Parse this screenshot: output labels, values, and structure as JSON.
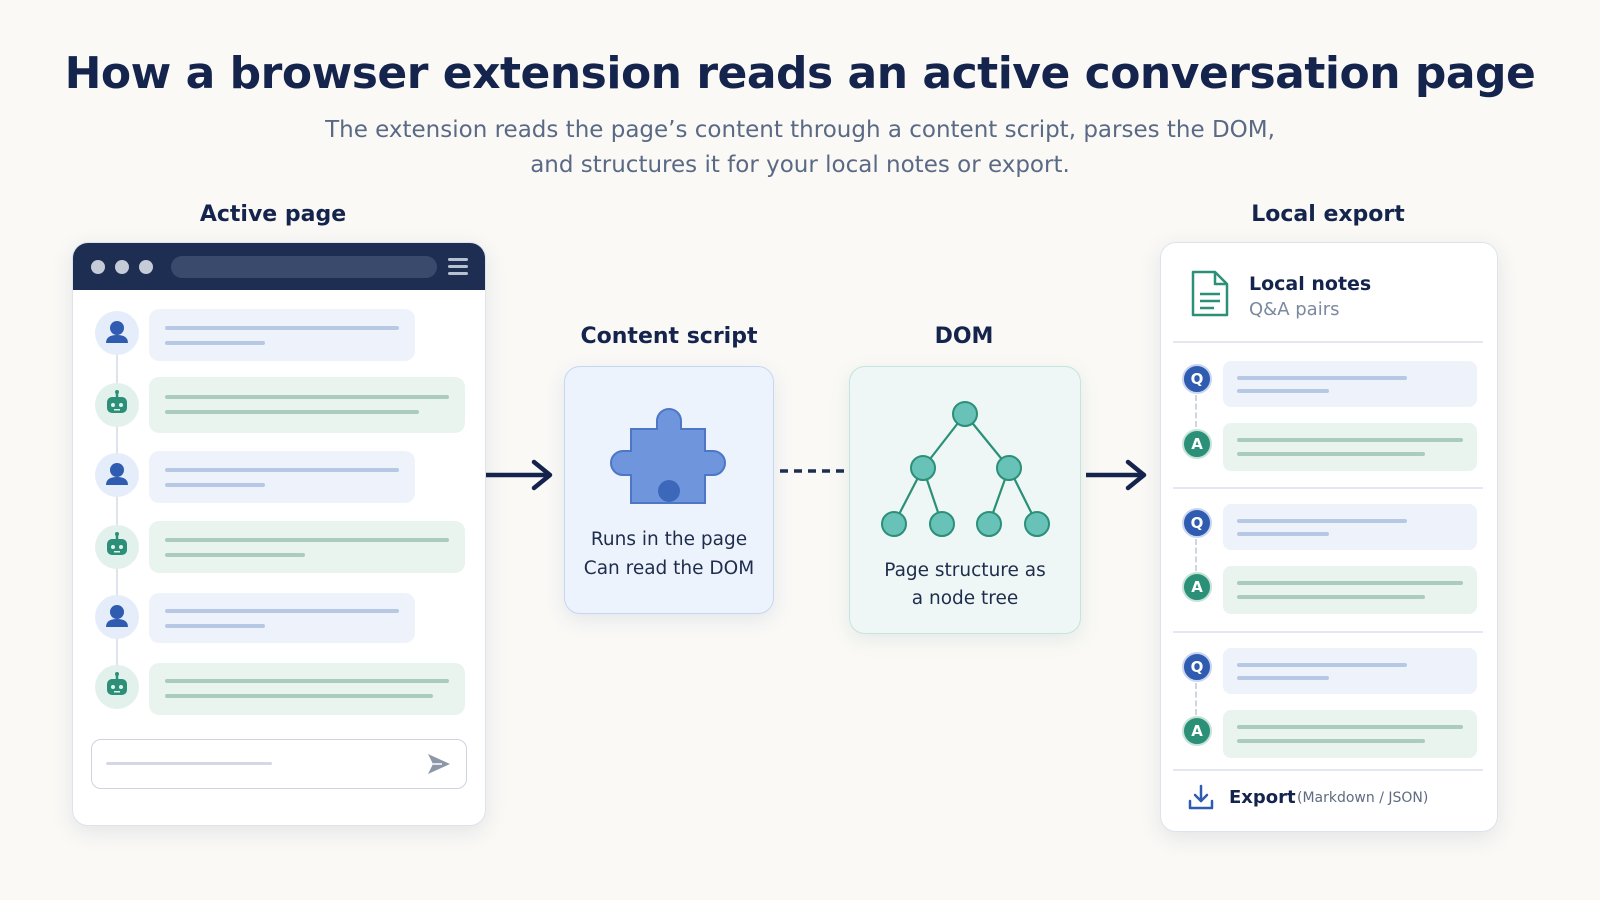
{
  "header": {
    "title": "How a browser extension reads an active conversation page",
    "subtitle": "The extension reads the page’s content through a content script, parses the DOM, and structures it for your local notes or export."
  },
  "active_page": {
    "label": "Active page",
    "messages": [
      {
        "role": "user",
        "icon": "user-icon"
      },
      {
        "role": "assistant",
        "icon": "bot-icon"
      },
      {
        "role": "user",
        "icon": "user-icon"
      },
      {
        "role": "assistant",
        "icon": "bot-icon"
      },
      {
        "role": "user",
        "icon": "user-icon"
      },
      {
        "role": "assistant",
        "icon": "bot-icon"
      }
    ],
    "send_icon": "send-icon"
  },
  "content_script": {
    "label": "Content script",
    "icon": "puzzle-piece-icon",
    "lines": [
      "Runs in the page",
      "Can read the DOM"
    ]
  },
  "dom": {
    "label": "DOM",
    "icon": "node-tree-icon",
    "lines": [
      "Page structure as",
      "a node tree"
    ]
  },
  "local_export": {
    "label": "Local export",
    "notes_title": "Local notes",
    "notes_subtitle": "Q&A pairs",
    "notes_icon": "document-icon",
    "question_badge": "Q",
    "answer_badge": "A",
    "pair_count": 3,
    "export_label": "Export",
    "export_formats": "(Markdown / JSON)",
    "export_icon": "download-icon"
  },
  "colors": {
    "navy": "#14244d",
    "user_blue": "#2f5bb0",
    "bot_green": "#2b9077",
    "puzzle_blue": "#6f96dd",
    "tree_teal": "#68c2b8"
  }
}
